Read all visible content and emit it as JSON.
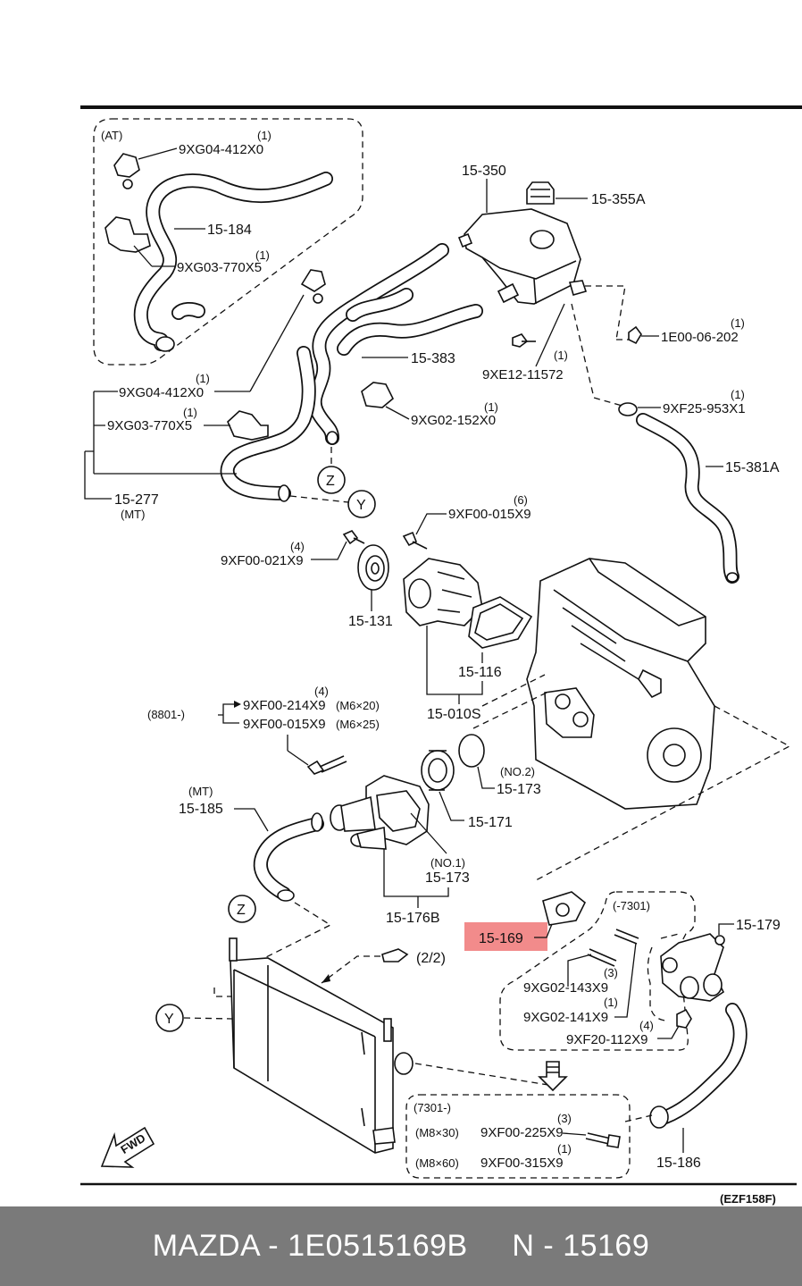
{
  "labels": {
    "at": "(AT)",
    "mt_top": "(MT)",
    "mt_bot": "(MT)",
    "p_9xg04_412x0_a": "9XG04-412X0",
    "p_9xg04_412x0_a_qty": "(1)",
    "p_15_184": "15-184",
    "p_9xg03_770x5_a": "9XG03-770X5",
    "p_9xg03_770x5_a_qty": "(1)",
    "p_15_350": "15-350",
    "p_15_355a": "15-355A",
    "p_15_383": "15-383",
    "p_1e00_06_202": "1E00-06-202",
    "p_1e00_06_202_qty": "(1)",
    "p_9xe12_11572": "9XE12-11572",
    "p_9xe12_11572_qty": "(1)",
    "p_9xg04_412x0_b": "9XG04-412X0",
    "p_9xg04_412x0_b_qty": "(1)",
    "p_9xg03_770x5_b": "9XG03-770X5",
    "p_9xg03_770x5_b_qty": "(1)",
    "p_9xg02_152x0": "9XG02-152X0",
    "p_9xg02_152x0_qty": "(1)",
    "p_9xf25_953x1": "9XF25-953X1",
    "p_9xf25_953x1_qty": "(1)",
    "p_15_381a": "15-381A",
    "p_15_277": "15-277",
    "p_9xf00_015x9_a": "9XF00-015X9",
    "p_9xf00_015x9_a_qty": "(6)",
    "p_9xf00_021x9": "9XF00-021X9",
    "p_9xf00_021x9_qty": "(4)",
    "p_15_131": "15-131",
    "p_15_116": "15-116",
    "p_15_010s": "15-010S",
    "p_8801": "(8801-)",
    "p_9xf00_214x9": "9XF00-214X9",
    "p_9xf00_214x9_size": "(M6×20)",
    "p_9xf00_214x9_qty": "(4)",
    "p_9xf00_015x9_b": "9XF00-015X9",
    "p_9xf00_015x9_b_size": "(M6×25)",
    "p_no2": "(NO.2)",
    "p_15_173_a": "15-173",
    "p_15_185": "15-185",
    "p_15_171": "15-171",
    "p_no1": "(NO.1)",
    "p_15_173_b": "15-173",
    "p_15_176b": "15-176B",
    "p_7301_a": "(-7301)",
    "p_15_169": "15-169",
    "p_15_179": "15-179",
    "p_ref_2_2": "(2/2)",
    "p_9xg02_143x9": "9XG02-143X9",
    "p_9xg02_143x9_qty": "(3)",
    "p_9xg02_141x9": "9XG02-141X9",
    "p_9xg02_141x9_qty": "(1)",
    "p_9xf20_112x9": "9XF20-112X9",
    "p_9xf20_112x9_qty": "(4)",
    "p_7301_b": "(7301-)",
    "p_9xf00_225x9": "9XF00-225X9",
    "p_9xf00_225x9_size": "(M8×30)",
    "p_9xf00_225x9_qty": "(3)",
    "p_9xf00_315x9": "9XF00-315X9",
    "p_9xf00_315x9_size": "(M8×60)",
    "p_9xf00_315x9_qty": "(1)",
    "p_15_186": "15-186",
    "fwd": "FWD",
    "marker_z": "Z",
    "marker_y": "Y",
    "code": "(EZF158F)"
  },
  "highlight_color": "#f28b8b",
  "footer": {
    "text": "MAZDA - 1E0515169B     N - 15169"
  }
}
